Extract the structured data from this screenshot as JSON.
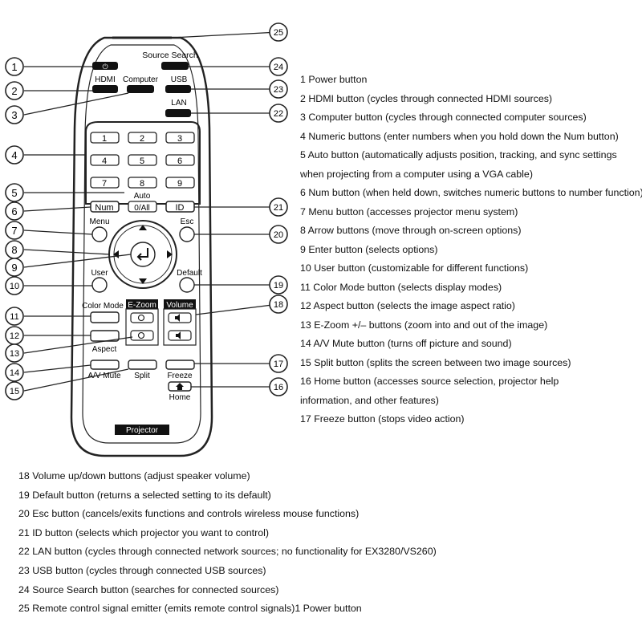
{
  "remote": {
    "source_search": "Source Search",
    "power_symbol": "⏻",
    "hdmi": "HDMI",
    "computer": "Computer",
    "usb": "USB",
    "lan": "LAN",
    "num_keys": [
      "1",
      "2",
      "3",
      "4",
      "5",
      "6",
      "7",
      "8",
      "9"
    ],
    "auto": "Auto",
    "zero_all": "0/All",
    "num": "Num",
    "id": "ID",
    "menu": "Menu",
    "esc": "Esc",
    "user": "User",
    "default": "Default",
    "color_mode": "Color Mode",
    "ezoom": "E-Zoom",
    "volume": "Volume",
    "aspect": "Aspect",
    "av_mute": "A/V Mute",
    "split": "Split",
    "freeze": "Freeze",
    "home": "Home",
    "projector": "Projector"
  },
  "callouts": [
    "1",
    "2",
    "3",
    "4",
    "5",
    "6",
    "7",
    "8",
    "9",
    "10",
    "11",
    "12",
    "13",
    "14",
    "15",
    "16",
    "17",
    "18",
    "19",
    "20",
    "21",
    "22",
    "23",
    "24",
    "25"
  ],
  "descriptions_right": [
    "1 Power button",
    "2 HDMI button (cycles through connected HDMI sources)",
    "3 Computer button (cycles through connected computer sources)",
    "4 Numeric buttons (enter numbers when you hold down the Num button)",
    "5 Auto button (automatically adjusts position, tracking, and sync settings",
    "when projecting from a computer using a VGA cable)",
    "6 Num button (when held down, switches numeric buttons to number function)",
    "7 Menu button (accesses projector menu system)",
    "8 Arrow buttons (move through on-screen options)",
    "9 Enter button (selects options)",
    "10 User button (customizable for different functions)",
    "11 Color Mode button (selects display modes)",
    "12 Aspect button (selects the image aspect ratio)",
    "13 E-Zoom +/– buttons (zoom into and out of the image)",
    "14 A/V Mute button (turns off picture and sound)",
    "15 Split button (splits the screen between two image sources)",
    "16 Home button (accesses source selection, projector help",
    "information, and other features)",
    "17 Freeze button (stops video action)"
  ],
  "descriptions_bottom": [
    "18 Volume up/down buttons (adjust speaker volume)",
    "19 Default button (returns a selected setting to its default)",
    "20 Esc button (cancels/exits functions and controls wireless mouse functions)",
    "21 ID button (selects which projector you want to control)",
    "22 LAN button (cycles through connected network sources; no functionality for EX3280/VS260)",
    "23 USB button (cycles through connected USB sources)",
    "24 Source Search button (searches for connected sources)",
    "25 Remote control signal emitter (emits remote control signals)1 Power button"
  ]
}
